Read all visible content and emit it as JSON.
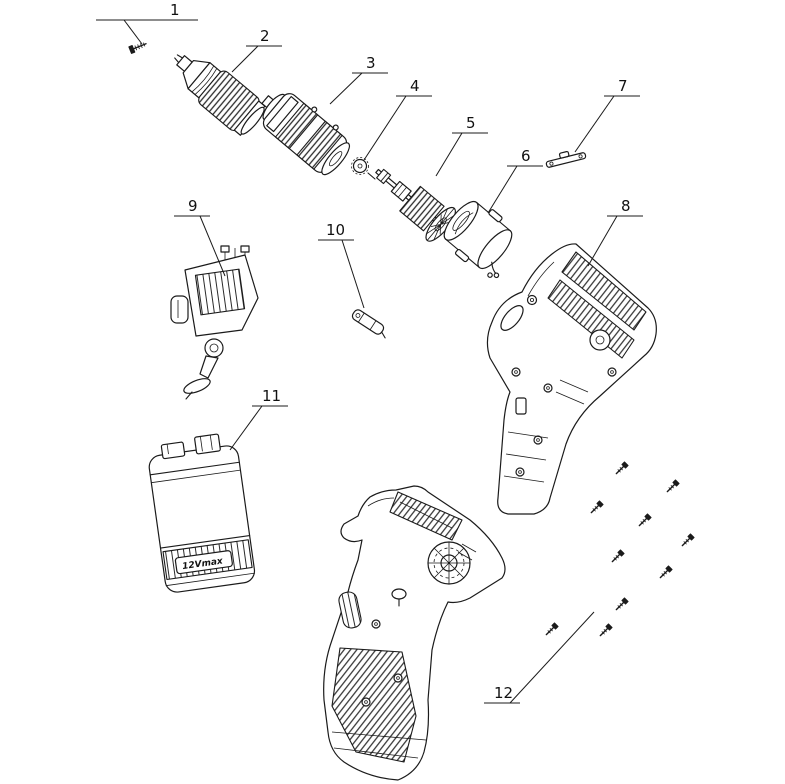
{
  "diagram": {
    "labels": [
      "1",
      "2",
      "3",
      "4",
      "5",
      "6",
      "7",
      "8",
      "9",
      "10",
      "11",
      "12"
    ],
    "battery_text": "12Vmax"
  }
}
